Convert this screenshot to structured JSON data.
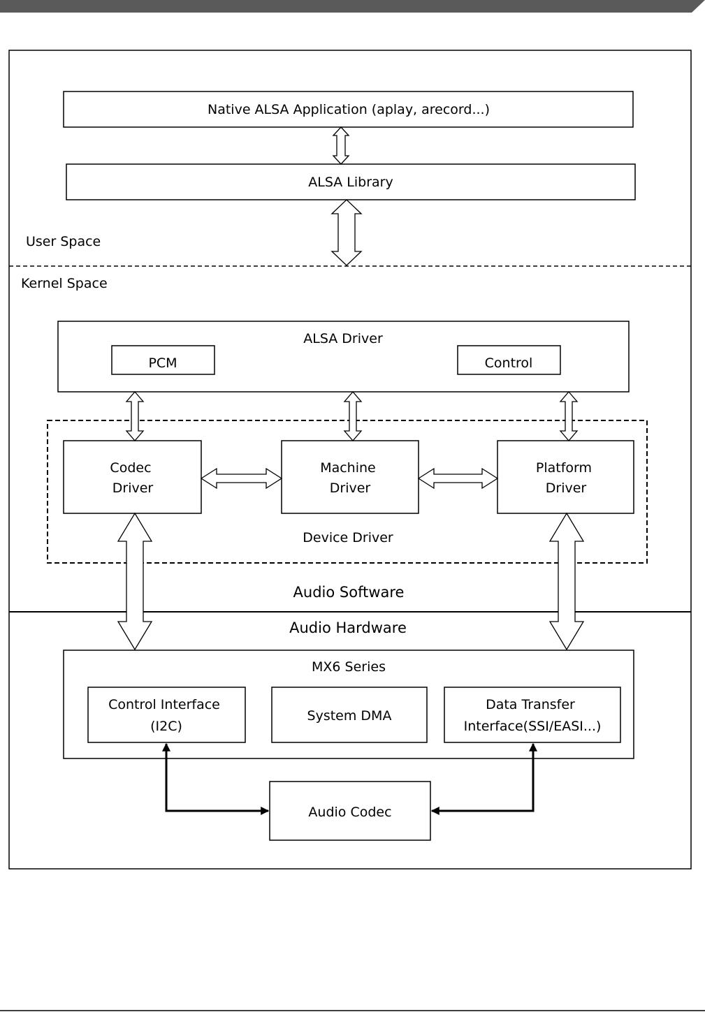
{
  "labels": {
    "native_app": "Native ALSA Application (aplay, arecord...)",
    "alsa_library": "ALSA Library",
    "user_space": "User Space",
    "kernel_space": "Kernel Space",
    "alsa_driver": "ALSA Driver",
    "pcm": "PCM",
    "control": "Control",
    "codec_driver": [
      "Codec",
      "Driver"
    ],
    "machine_driver": [
      "Machine",
      "Driver"
    ],
    "platform_driver": [
      "Platform",
      "Driver"
    ],
    "device_driver": "Device Driver",
    "audio_software": "Audio Software",
    "audio_hardware": "Audio Hardware",
    "mx6_series": "MX6 Series",
    "control_interface": [
      "Control Interface",
      "(I2C)"
    ],
    "system_dma": "System DMA",
    "data_transfer": [
      "Data Transfer",
      "Interface(SSI/EASI...)"
    ],
    "audio_codec": "Audio Codec"
  },
  "colors": {
    "header_bar": "#5a5a5a",
    "line": "#000000",
    "background": "#ffffff"
  }
}
